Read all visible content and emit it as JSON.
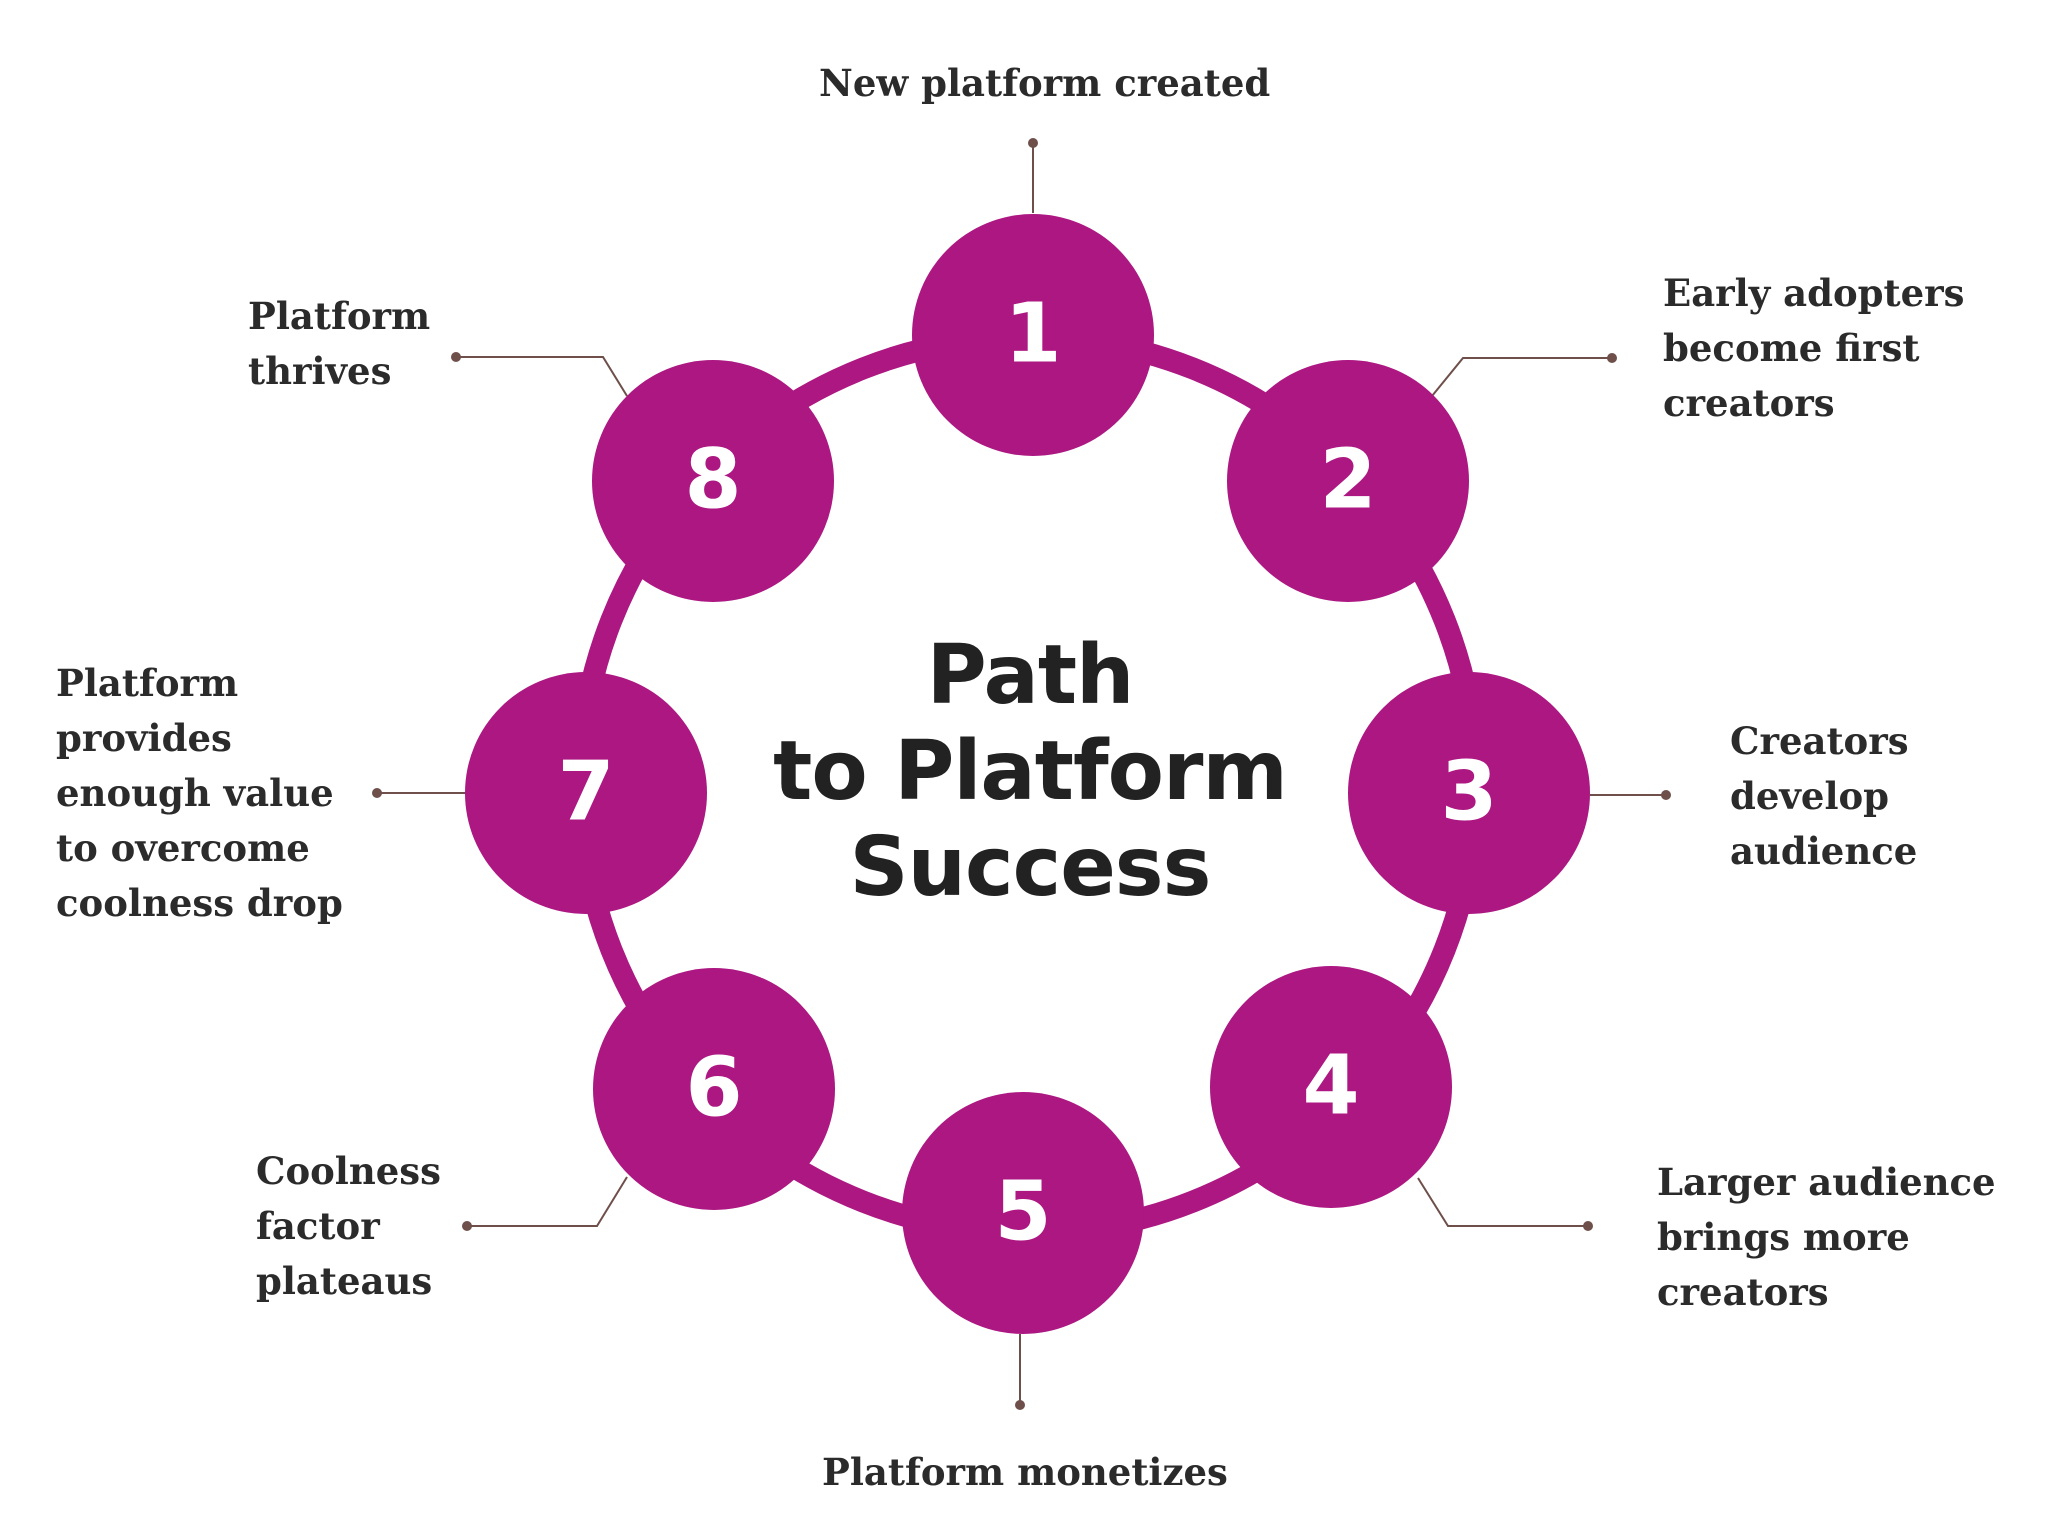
{
  "title_lines": [
    "Path",
    "to Platform",
    "Success"
  ],
  "colors": {
    "node": "#ac1781",
    "ring": "#ac1781",
    "leader": "#6e4f4a",
    "title": "#222222",
    "label": "#2b2b2b",
    "background": "#ffffff"
  },
  "steps": [
    {
      "number": "1",
      "lines": [
        "New platform created"
      ]
    },
    {
      "number": "2",
      "lines": [
        "Early adopters",
        "become first",
        "creators"
      ]
    },
    {
      "number": "3",
      "lines": [
        "Creators",
        "develop",
        "audience"
      ]
    },
    {
      "number": "4",
      "lines": [
        "Larger audience",
        "brings more",
        "creators"
      ]
    },
    {
      "number": "5",
      "lines": [
        "Platform monetizes"
      ]
    },
    {
      "number": "6",
      "lines": [
        "Coolness",
        "factor",
        "plateaus"
      ]
    },
    {
      "number": "7",
      "lines": [
        "Platform",
        "provides",
        "enough value",
        "to overcome",
        "coolness drop"
      ]
    },
    {
      "number": "8",
      "lines": [
        "Platform",
        "thrives"
      ]
    }
  ]
}
